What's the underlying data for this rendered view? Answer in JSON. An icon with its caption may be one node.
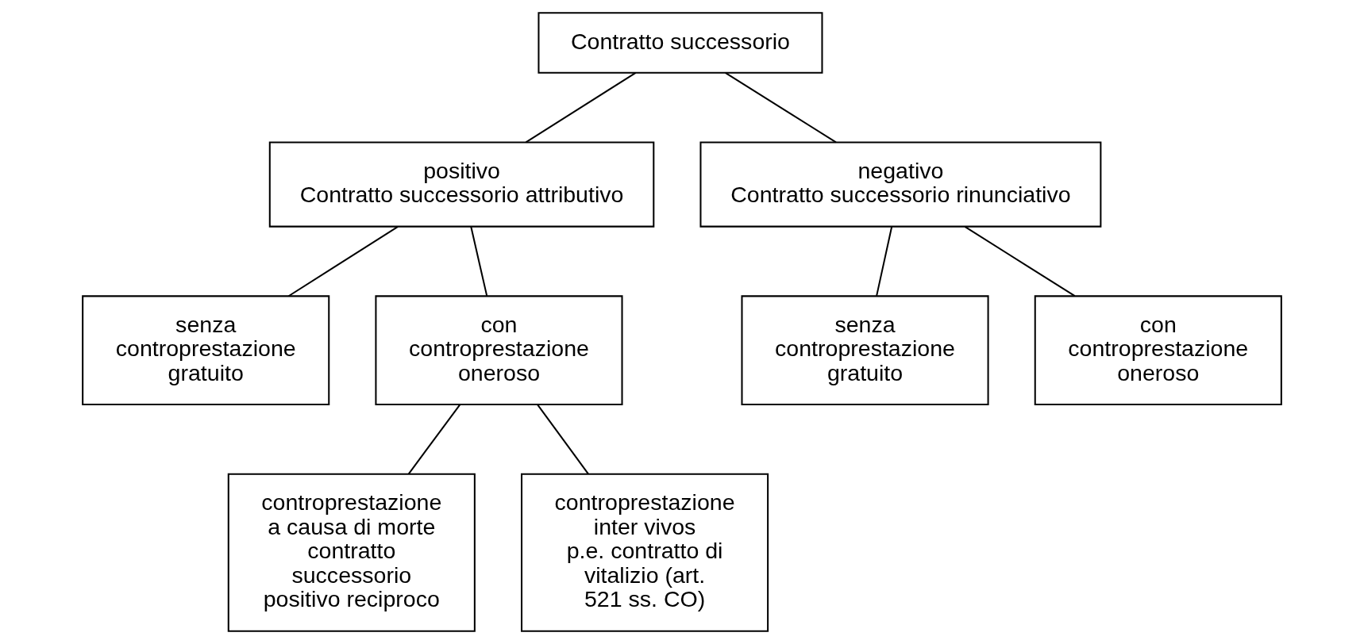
{
  "diagram": {
    "nodes": [
      {
        "text": [
          "Contratto successorio"
        ]
      },
      {
        "text": [
          "positivo",
          "Contratto successorio attributivo"
        ]
      },
      {
        "text": [
          "negativo",
          "Contratto successorio rinunciativo"
        ]
      },
      {
        "text": [
          "senza controprestazione gratuito"
        ]
      },
      {
        "text": [
          "con controprestazione oneroso"
        ]
      },
      {
        "text": [
          "senza controprestazione gratuito"
        ]
      },
      {
        "text": [
          "con controprestazione oneroso"
        ]
      },
      {
        "text": [
          "controprestazione a causa di morte",
          "contratto successorio positivo reciproco"
        ]
      },
      {
        "text": [
          "controprestazione inter vivos",
          "p.e. contratto di vitalizio (art. 521 ss. CO)"
        ]
      }
    ],
    "edges": [
      {
        "from": 0,
        "to": 1,
        "arrow": "none"
      },
      {
        "from": 0,
        "to": 2,
        "arrow": "none"
      },
      {
        "from": 1,
        "to": 3,
        "arrow": "none"
      },
      {
        "from": 1,
        "to": 4,
        "arrow": "none"
      },
      {
        "from": 2,
        "to": 5,
        "arrow": "none"
      },
      {
        "from": 2,
        "to": 6,
        "arrow": "none"
      },
      {
        "from": 4,
        "to": 7,
        "arrow": "none"
      },
      {
        "from": 4,
        "to": 8,
        "arrow": "none"
      }
    ]
  }
}
